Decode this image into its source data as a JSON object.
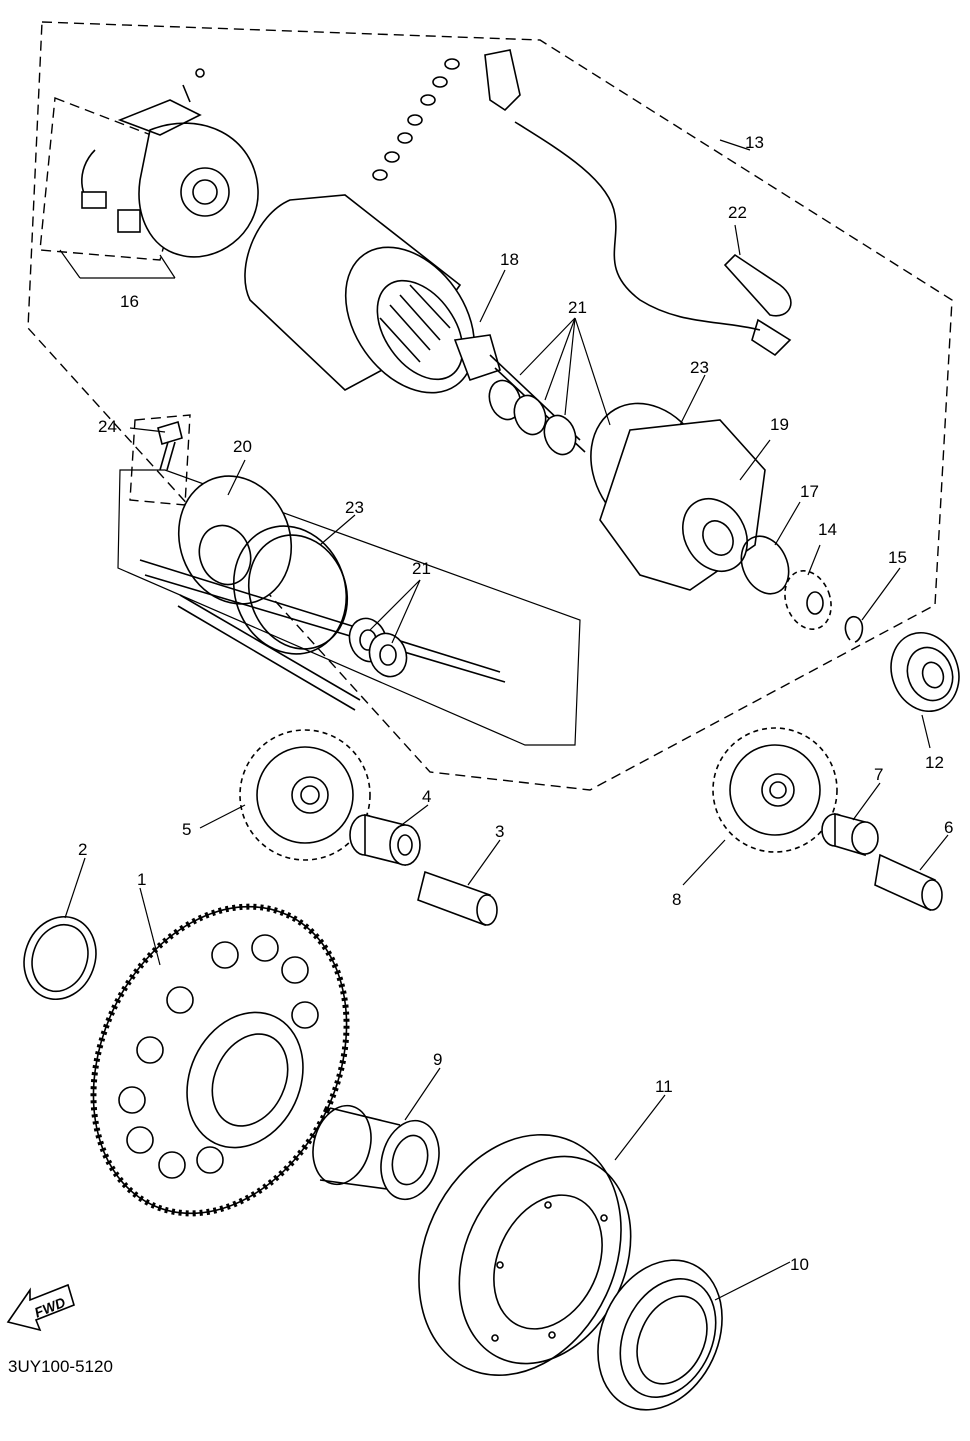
{
  "callouts": [
    {
      "id": "1",
      "label": "1"
    },
    {
      "id": "2",
      "label": "2"
    },
    {
      "id": "3",
      "label": "3"
    },
    {
      "id": "4",
      "label": "4"
    },
    {
      "id": "5",
      "label": "5"
    },
    {
      "id": "6",
      "label": "6"
    },
    {
      "id": "7",
      "label": "7"
    },
    {
      "id": "8",
      "label": "8"
    },
    {
      "id": "9",
      "label": "9"
    },
    {
      "id": "10",
      "label": "10"
    },
    {
      "id": "11",
      "label": "11"
    },
    {
      "id": "12",
      "label": "12"
    },
    {
      "id": "13",
      "label": "13"
    },
    {
      "id": "14",
      "label": "14"
    },
    {
      "id": "15",
      "label": "15"
    },
    {
      "id": "16",
      "label": "16"
    },
    {
      "id": "17",
      "label": "17"
    },
    {
      "id": "18",
      "label": "18"
    },
    {
      "id": "19",
      "label": "19"
    },
    {
      "id": "20",
      "label": "20"
    },
    {
      "id": "21a",
      "label": "21"
    },
    {
      "id": "21b",
      "label": "21"
    },
    {
      "id": "22",
      "label": "22"
    },
    {
      "id": "23a",
      "label": "23"
    },
    {
      "id": "23b",
      "label": "23"
    },
    {
      "id": "24",
      "label": "24"
    }
  ],
  "fwd_arrow": {
    "label": "FWD",
    "icon": "fwd-arrow-icon"
  },
  "diagram_code": "3UY100-5120"
}
